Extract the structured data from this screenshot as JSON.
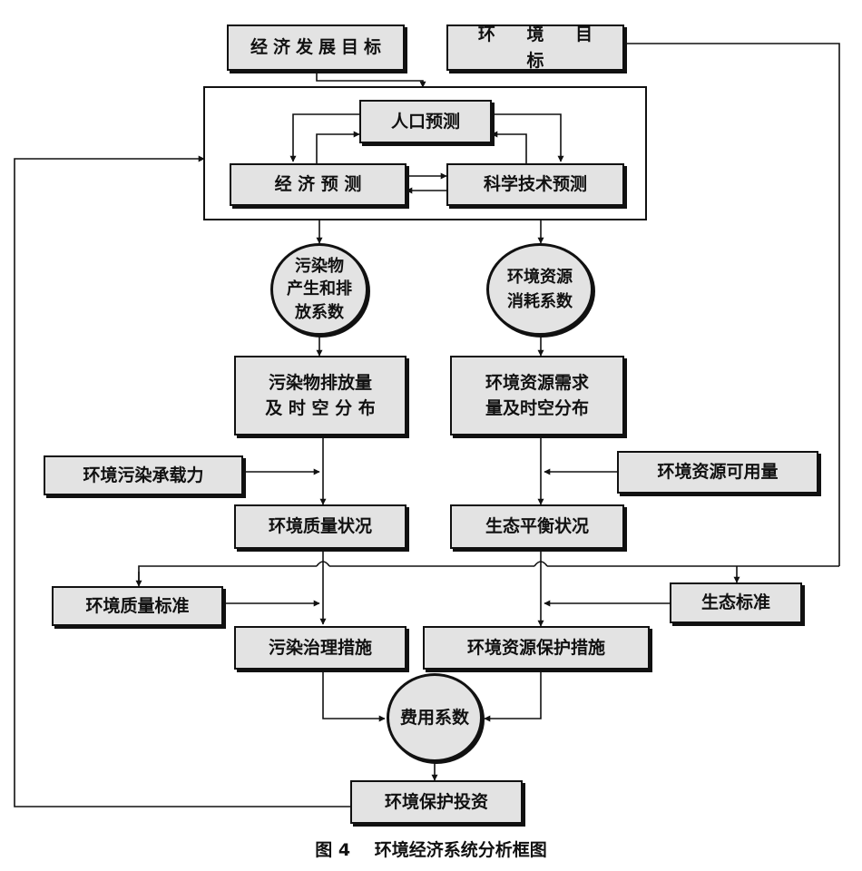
{
  "targets": {
    "economic": "经济发展目标",
    "environment": "环 境 目 标"
  },
  "forecast": {
    "population": "人口预测",
    "economic": "经 济 预 测",
    "technology": "科学技术预测"
  },
  "coefficients": {
    "pollution": "污染物\n产生和排\n放系数",
    "resource": "环境资源\n消耗系数",
    "cost": "费用系数"
  },
  "quantities": {
    "emission": "污染物排放量\n及 时 空 分 布",
    "demand": "环境资源需求\n量及时空分布"
  },
  "capacities": {
    "pollution_capacity": "环境污染承载力",
    "resource_available": "环境资源可用量"
  },
  "status": {
    "quality": "环境质量状况",
    "ecology": "生态平衡状况"
  },
  "standards": {
    "quality": "环境质量标准",
    "ecology": "生态标准"
  },
  "measures": {
    "pollution": "污染治理措施",
    "resource": "环境资源保护措施"
  },
  "investment": "环境保护投资",
  "caption": {
    "number": "图 4",
    "title": "环境经济系统分析框图"
  }
}
